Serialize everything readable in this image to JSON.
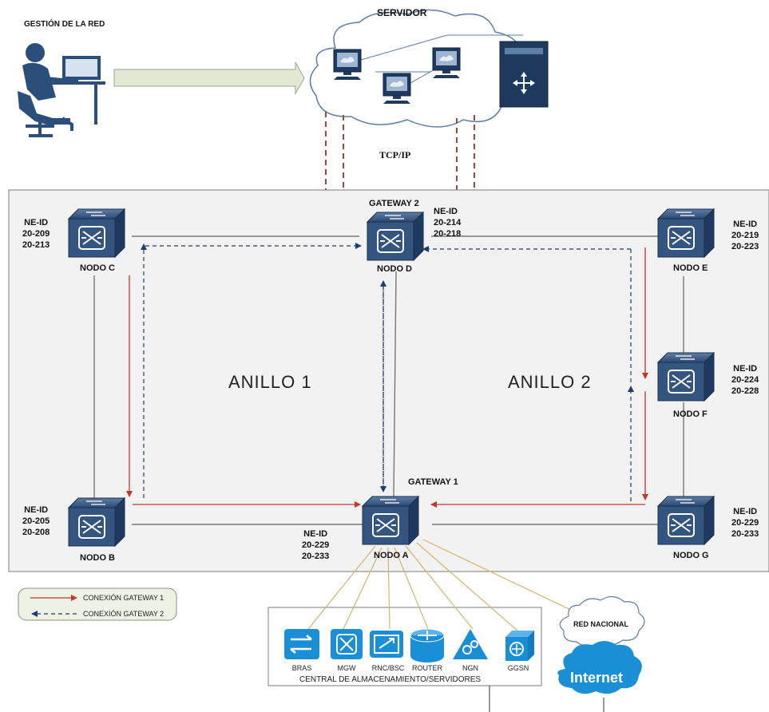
{
  "management": {
    "title": "GESTIÓN DE LA RED"
  },
  "server": {
    "title": "SERVIDOR",
    "protocol": "TCP/IP"
  },
  "rings": {
    "ring1": "ANILLO 1",
    "ring2": "ANILLO 2"
  },
  "gateways": {
    "gw1": "GATEWAY 1",
    "gw2": "GATEWAY 2"
  },
  "nodes": {
    "c": {
      "name": "NODO C",
      "ne_label": "NE-ID",
      "id1": "20-209",
      "id2": "20-213"
    },
    "d": {
      "name": "NODO D",
      "ne_label": "NE-ID",
      "id1": "20-214",
      "id2": "20-218"
    },
    "e": {
      "name": "NODO E",
      "ne_label": "NE-ID",
      "id1": "20-219",
      "id2": "20-223"
    },
    "f": {
      "name": "NODO F",
      "ne_label": "NE-ID",
      "id1": "20-224",
      "id2": "20-228"
    },
    "g": {
      "name": "NODO G",
      "ne_label": "NE-ID",
      "id1": "20-229",
      "id2": "20-233"
    },
    "b": {
      "name": "NODO B",
      "ne_label": "NE-ID",
      "id1": "20-205",
      "id2": "20-208"
    },
    "a": {
      "name": "NODO A",
      "ne_label": "NE-ID",
      "id1": "20-229",
      "id2": "20-233"
    }
  },
  "legend": {
    "gw1": "CONEXIÓN GATEWAY 1",
    "gw2": "CONEXIÓN GATEWAY 2",
    "gw1_color": "#c0392b",
    "gw2_color": "#1f3c74"
  },
  "central": {
    "title": "CENTRAL  DE  ALMACENAMIENTO/SERVIDORES",
    "services": [
      "BRAS",
      "MGW",
      "RNC/BSC",
      "ROUTER",
      "NGN",
      "GGSN"
    ]
  },
  "external": {
    "national": "RED NACIONAL",
    "internet": "Internet"
  },
  "colors": {
    "node_blue": "#2d4a73",
    "service_blue": "#1b8fd6",
    "panel_bg": "#f2f2f2",
    "arrow_fill": "#e2ead6",
    "fiber_line": "#d9b36a"
  }
}
